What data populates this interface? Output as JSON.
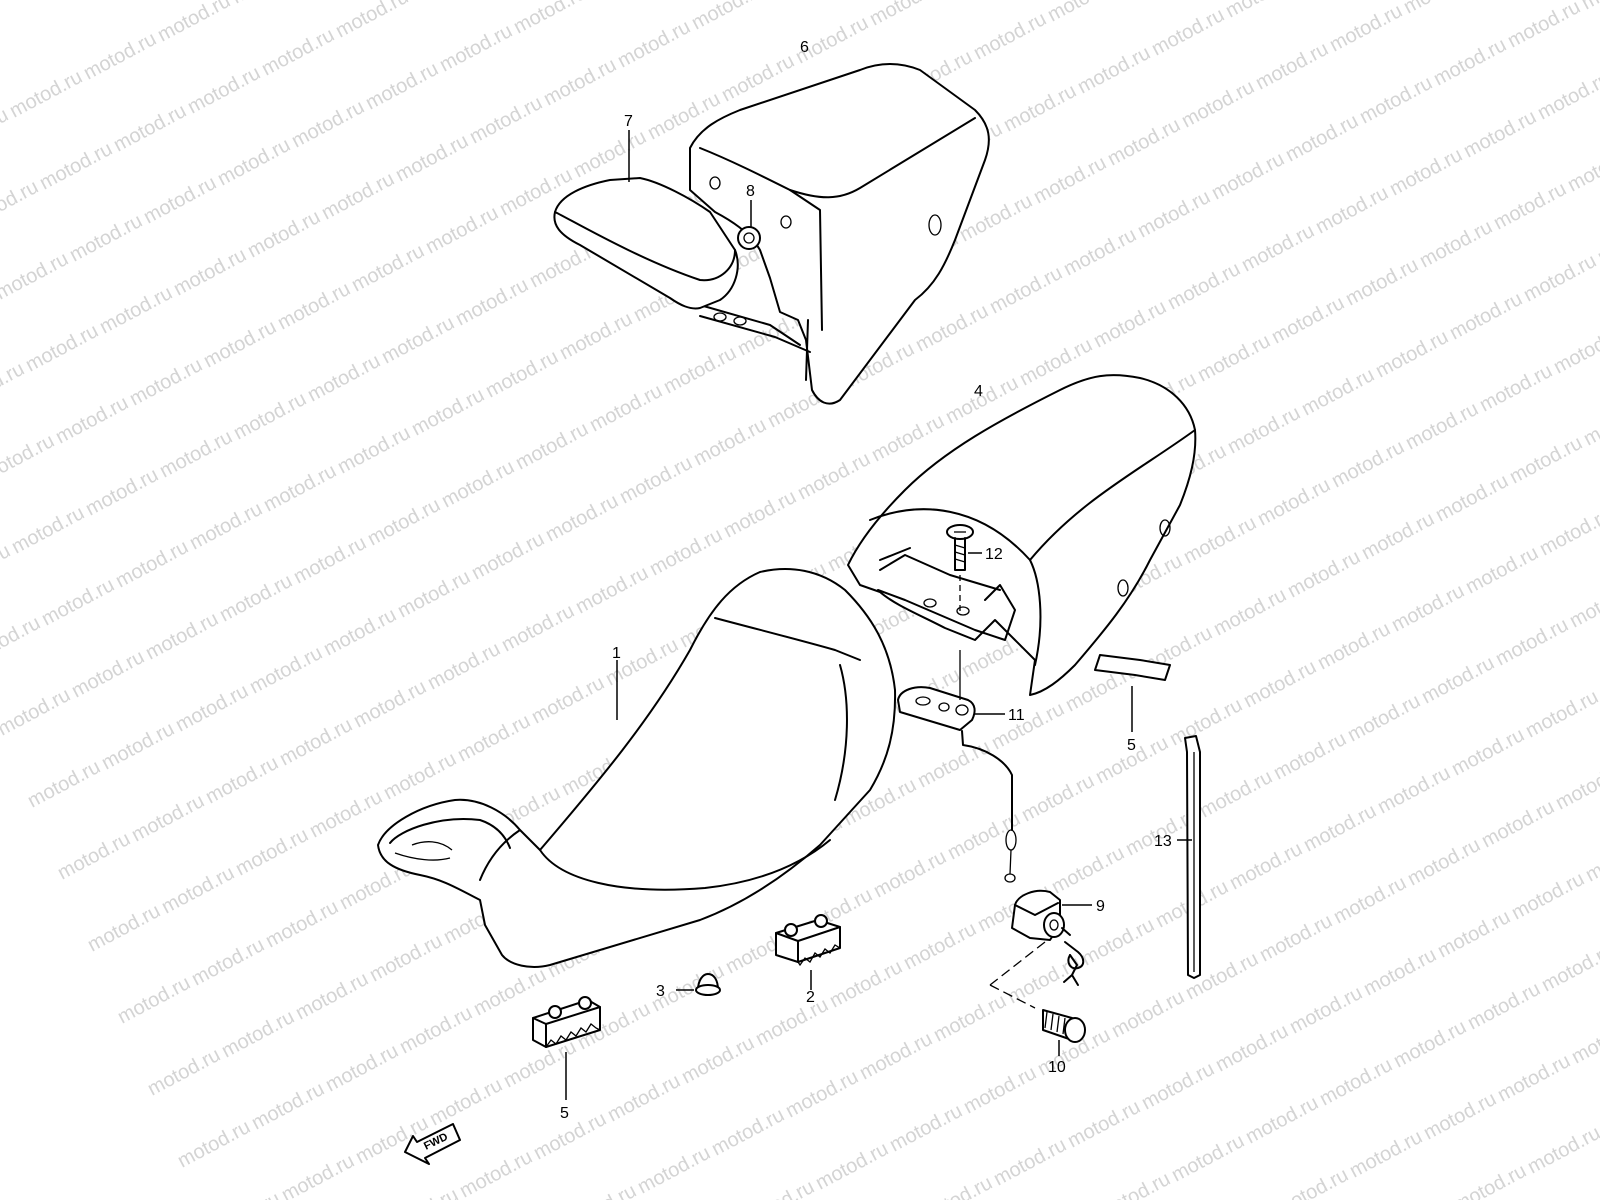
{
  "watermark": "motod.ru",
  "callouts": [
    {
      "id": "1",
      "label": "1"
    },
    {
      "id": "2",
      "label": "2"
    },
    {
      "id": "3",
      "label": "3"
    },
    {
      "id": "4",
      "label": "4"
    },
    {
      "id": "5a",
      "label": "5"
    },
    {
      "id": "5b",
      "label": "5"
    },
    {
      "id": "6",
      "label": "6"
    },
    {
      "id": "7",
      "label": "7"
    },
    {
      "id": "8",
      "label": "8"
    },
    {
      "id": "9",
      "label": "9"
    },
    {
      "id": "10",
      "label": "10"
    },
    {
      "id": "11",
      "label": "11"
    },
    {
      "id": "12",
      "label": "12"
    },
    {
      "id": "13",
      "label": "13"
    }
  ],
  "direction_marker": {
    "label": "FWD",
    "icon": "fwd-arrow-icon"
  },
  "colors": {
    "line": "#000000",
    "background": "#ffffff",
    "watermark": "#d4d4d4"
  }
}
